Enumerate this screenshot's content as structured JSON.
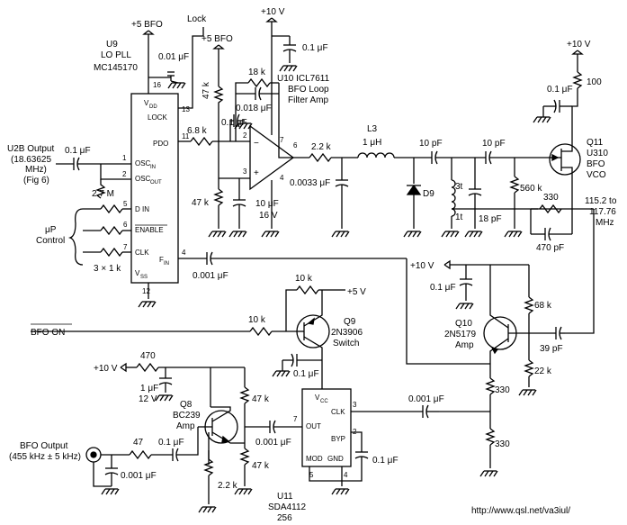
{
  "u9": {
    "ref": "U9",
    "name": "LO PLL",
    "part": "MC145170",
    "pins": {
      "vdd": "V",
      "vdd_sub": "DD",
      "lock": "LOCK",
      "pdo": "PDO",
      "oscin": "OSC",
      "oscin_sub": "IN",
      "oscout": "OSC",
      "oscout_sub": "OUT",
      "din": "D IN",
      "enable": "ENABLE",
      "clk": "CLK",
      "fin": "F",
      "fin_sub": "IN",
      "vss": "V",
      "vss_sub": "SS"
    },
    "pin_numbers": {
      "p16": "16",
      "p13": "13",
      "p11": "11",
      "p1": "1",
      "p2": "2",
      "p5": "5",
      "p6": "6",
      "p7": "7",
      "p4": "4",
      "p12": "12"
    }
  },
  "u10": {
    "ref": "U10 ICL7611",
    "desc1": "BFO Loop",
    "desc2": "Filter Amp",
    "pins": {
      "p2": "2",
      "p3": "3",
      "p7": "7",
      "p4": "4",
      "p6": "6",
      "minus": "−",
      "plus": "+"
    }
  },
  "u11": {
    "ref": "U11",
    "part": "SDA4112",
    "ratio": "256",
    "pins": {
      "vcc": "V",
      "vcc_sub": "CC",
      "clk": "CLK",
      "out": "OUT",
      "byp": "BYP",
      "mod": "MOD",
      "gnd": "GND"
    },
    "pin_numbers": {
      "p3": "3",
      "p7": "7",
      "p2": "2",
      "p5": "5",
      "p4": "4"
    }
  },
  "q8": {
    "ref": "Q8",
    "part": "BC239",
    "role": "Amp"
  },
  "q9": {
    "ref": "Q9",
    "part": "2N3906",
    "role": "Switch"
  },
  "q10": {
    "ref": "Q10",
    "part": "2N5179",
    "role": "Amp"
  },
  "q11": {
    "ref": "Q11",
    "part": "U310",
    "role1": "BFO",
    "role2": "VCO"
  },
  "d9": {
    "ref": "D9"
  },
  "l3": {
    "ref": "L3",
    "value": "1 μH"
  },
  "supplies": {
    "bfo5a": "+5 BFO",
    "bfo5b": "+5 BFO",
    "v10a": "+10 V",
    "v10b": "+10 V",
    "v10c": "+10 V",
    "v10d": "+10 V",
    "v5": "+5 V"
  },
  "labels": {
    "lock": "Lock",
    "u2b1": "U2B Output",
    "u2b2": "(18.63625",
    "u2b3": "MHz)",
    "u2b4": "(Fig 6)",
    "up1": "μP",
    "up2": "Control",
    "bfo_on": "BFO ON",
    "bfo_out1": "BFO Output",
    "bfo_out2": "(455 kHz ± 5 kHz)",
    "vco_out1": "115.2 to",
    "vco_out2": "117.76",
    "vco_out3": "MHz",
    "tap3t": "3t",
    "tap1t": "1t",
    "url": "http://www.qsl.net/va3iul/"
  },
  "components": {
    "c_u9_vdd": "0.01 μF",
    "c_osc_in": "0.1 μF",
    "r_osc": "2.7 M",
    "r_up": "3 × 1 k",
    "c_fin": "0.001 μF",
    "r_lock": "47 k",
    "r_pdo": "6.8 k",
    "c_pdo": "0.1 μF",
    "r_bias": "47 k",
    "r_fb": "18 k",
    "c_fb": "0.018 μF",
    "c_opamp": "10 μF",
    "c_opamp_v": "16 V",
    "c_u10_sup": "0.1 μF",
    "r_loop_out": "2.2 k",
    "c_loop_out": "0.0033 μF",
    "c_10p_a": "10 pF",
    "c_10p_b": "10 pF",
    "c_18p": "18 pF",
    "r_560k": "560 k",
    "r_330_src": "330",
    "c_470p": "470 pF",
    "r_100": "100",
    "c_q11": "0.1 μF",
    "c_q10_dec": "0.1 μF",
    "r_68k": "68 k",
    "r_22k": "22 k",
    "c_39p": "39 pF",
    "r_330a": "330",
    "r_330b": "330",
    "r_q9b": "10 k",
    "r_q9e": "10 k",
    "c_q9": "0.1 μF",
    "r_470": "470",
    "c_1u": "1 μF",
    "c_1u_v": "12 V",
    "r_47k_a": "47 k",
    "r_47k_b": "47 k",
    "r_47_in": "47",
    "c_in": "0.1 μF",
    "c_in_gnd": "0.001 μF",
    "r_2k2": "2.2 k",
    "c_out_q8": "0.001 μF",
    "c_clk": "0.001 μF",
    "c_byp": "0.1 μF"
  }
}
